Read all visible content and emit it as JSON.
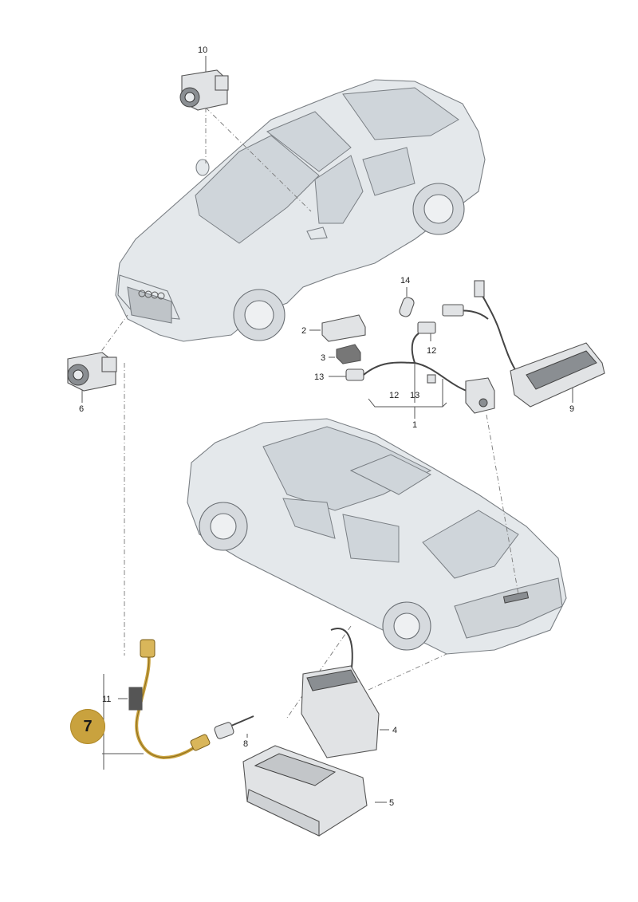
{
  "labels": {
    "p1": "1",
    "p2": "2",
    "p3": "3",
    "p4": "4",
    "p5": "5",
    "p6": "6",
    "p8": "8",
    "p9": "9",
    "p10": "10",
    "p11": "11",
    "p12a": "12",
    "p12b": "12",
    "p13a": "13",
    "p13b": "13",
    "p14": "14"
  },
  "highlight": {
    "label": "7",
    "color": "#c9a23e"
  },
  "colors": {
    "line": "#6f6f6f",
    "car": "#dde2e6",
    "part": "#e3e5e7",
    "wire": "#555555"
  }
}
